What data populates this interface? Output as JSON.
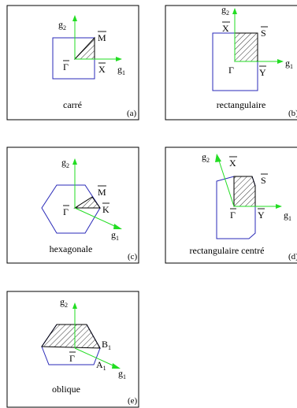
{
  "panels": [
    {
      "id": "a",
      "caption": "carré",
      "tag": "(a)",
      "labels": {
        "g2": "g",
        "g2_sub": "2",
        "g1": "g",
        "g1_sub": "1",
        "gamma": "Γ",
        "p1": "X",
        "p2": "M"
      }
    },
    {
      "id": "b",
      "caption": "rectangulaire",
      "tag": "(b)",
      "labels": {
        "g2": "g",
        "g2_sub": "2",
        "g1": "g",
        "g1_sub": "1",
        "gamma": "Γ",
        "p1": "Y",
        "p2": "S",
        "p3": "X"
      }
    },
    {
      "id": "c",
      "caption": "hexagonale",
      "tag": "(c)",
      "labels": {
        "g2": "g",
        "g2_sub": "2",
        "g1": "g",
        "g1_sub": "1",
        "gamma": "Γ",
        "p1": "K",
        "p2": "M"
      }
    },
    {
      "id": "d",
      "caption": "rectangulaire centré",
      "tag": "(d)",
      "labels": {
        "g2": "g",
        "g2_sub": "2",
        "g1": "g",
        "g1_sub": "1",
        "gamma": "Γ",
        "p1": "Y",
        "p2": "S",
        "p3": "X"
      }
    },
    {
      "id": "e",
      "caption": "oblique",
      "tag": "(e)",
      "labels": {
        "g2": "g",
        "g2_sub": "2",
        "g1": "g",
        "g1_sub": "1",
        "gamma": "Γ",
        "p1": "A",
        "p1_sub": "1",
        "p2": "B",
        "p2_sub": "1"
      }
    }
  ],
  "colors": {
    "zone": "#2a2ab8",
    "axis": "#22dd22",
    "frame": "#000000"
  }
}
